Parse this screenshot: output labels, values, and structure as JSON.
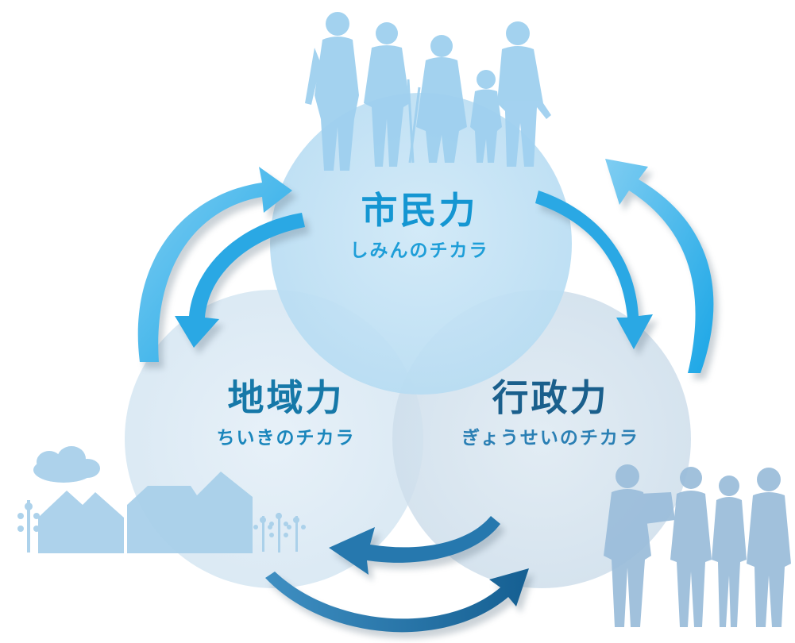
{
  "diagram": {
    "nodes": [
      {
        "id": "shimin",
        "title": "市民力",
        "reading": "しみんのチカラ"
      },
      {
        "id": "chiiki",
        "title": "地域力",
        "reading": "ちいきのチカラ"
      },
      {
        "id": "gyosei",
        "title": "行政力",
        "reading": "ぎょうせいのチカラ"
      }
    ],
    "links": [
      {
        "between": [
          "shimin",
          "chiiki"
        ],
        "direction": "both"
      },
      {
        "between": [
          "shimin",
          "gyosei"
        ],
        "direction": "both"
      },
      {
        "between": [
          "chiiki",
          "gyosei"
        ],
        "direction": "both"
      }
    ]
  },
  "colors": {
    "shimin_text": "#1496d2",
    "chiiki_text": "#1678a8",
    "gyosei_text": "#1a5f8c",
    "shimin_circle": "#bfe0f4",
    "chiiki_circle": "#d8e7f3",
    "gyosei_circle": "#d3e2ee",
    "arrow_light": "#29b0ea",
    "arrow_dark": "#1a6ea2",
    "silhouette_people": "#9fd0ef",
    "silhouette_houses": "#a9d0ea",
    "silhouette_officials": "#9cbedb"
  },
  "illustrations": [
    "citizens-silhouette",
    "houses-silhouette",
    "officials-silhouette"
  ]
}
